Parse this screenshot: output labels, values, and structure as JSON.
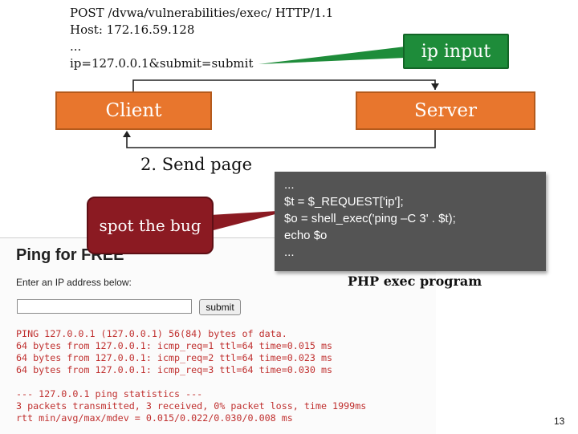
{
  "request": {
    "lines": [
      "POST /dvwa/vulnerabilities/exec/ HTTP/1.1",
      "Host: 172.16.59.128",
      "...",
      "ip=127.0.0.1&submit=submit"
    ]
  },
  "labels": {
    "ip_input": "ip input",
    "client": "Client",
    "server": "Server",
    "send_page": "2. Send page",
    "spot_bug": "spot the bug",
    "code_caption": "PHP exec program"
  },
  "php_code": [
    "...",
    " $t = $_REQUEST['ip'];",
    "$o = shell_exec('ping –C 3' . $t);",
    "echo $o",
    " ..."
  ],
  "screenshot": {
    "title": "Ping for FREE",
    "prompt": "Enter an IP address below:",
    "input_value": "",
    "submit_label": "submit",
    "output": [
      "PING 127.0.0.1 (127.0.0.1) 56(84) bytes of data.",
      "64 bytes from 127.0.0.1: icmp_req=1 ttl=64 time=0.015 ms",
      "64 bytes from 127.0.0.1: icmp_req=2 ttl=64 time=0.023 ms",
      "64 bytes from 127.0.0.1: icmp_req=3 ttl=64 time=0.030 ms",
      "",
      "--- 127.0.0.1 ping statistics ---",
      "3 packets transmitted, 3 received, 0% packet loss, time 1999ms",
      "rtt min/avg/max/mdev = 0.015/0.022/0.030/0.008 ms"
    ]
  },
  "slide_number": "13",
  "colors": {
    "box_orange": "#e8762d",
    "callout_green": "#1e8c3a",
    "callout_red": "#8b1a22",
    "code_bg": "#545454",
    "output_red": "#c0302f"
  }
}
